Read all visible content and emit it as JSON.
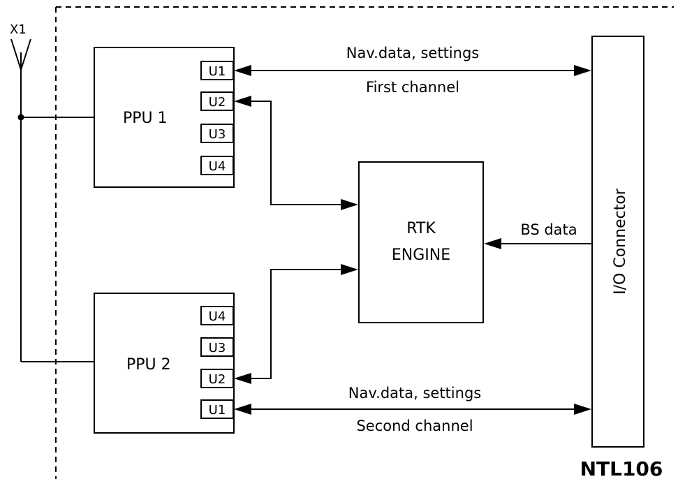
{
  "antenna": {
    "label": "X1"
  },
  "ppu1": {
    "label": "PPU 1",
    "ports": [
      "U1",
      "U2",
      "U3",
      "U4"
    ]
  },
  "ppu2": {
    "label": "PPU 2",
    "ports": [
      "U4",
      "U3",
      "U2",
      "U1"
    ]
  },
  "rtk_engine": {
    "line1": "RTK",
    "line2": "ENGINE"
  },
  "io_connector": {
    "label": "I/O Connector"
  },
  "links": {
    "top_label": "Nav.data, settings",
    "top_channel": "First channel",
    "bs_data": "BS data",
    "bottom_label": "Nav.data, settings",
    "bottom_channel": "Second channel"
  },
  "device_name": "NTL106"
}
